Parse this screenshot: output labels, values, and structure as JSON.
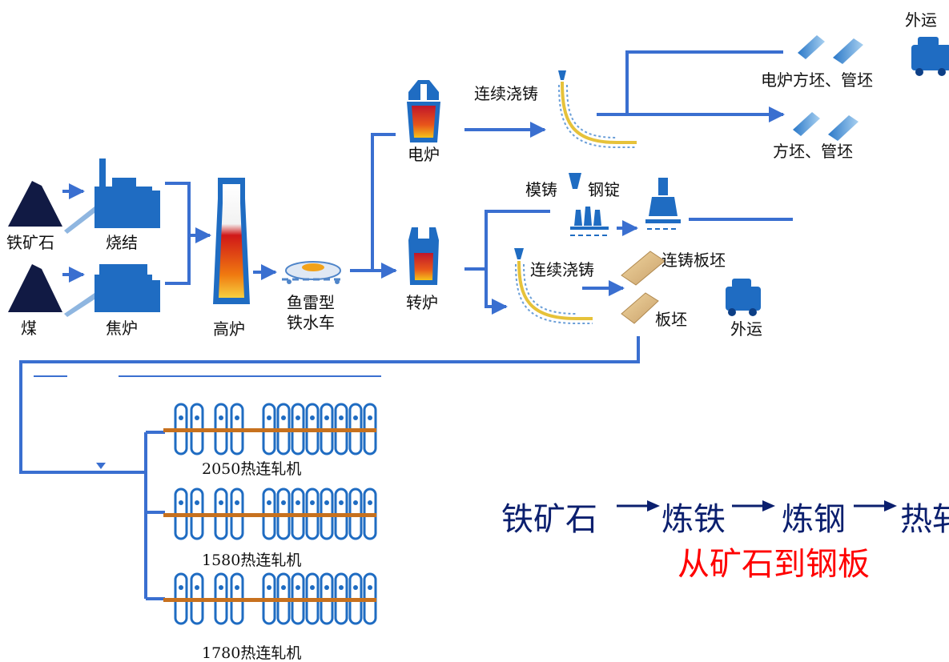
{
  "colors": {
    "flow_line": "#3a6fd0",
    "pile": "#111a44",
    "plant": "#1f6cc2",
    "molten": "#e08a1a",
    "roller_bar": "#c7711e",
    "chain_text": "#0b1f6e",
    "subtitle_text": "#ff0000"
  },
  "labels": {
    "iron_ore": "铁矿石",
    "sintering": "烧结",
    "coal": "煤",
    "coke_oven": "焦炉",
    "blast_furnace": "高炉",
    "torpedo_car_line1": "鱼雷型",
    "torpedo_car_line2": "铁水车",
    "electric_furnace": "电炉",
    "converter": "转炉",
    "continuous_casting_top": "连续浇铸",
    "continuous_casting_bottom": "连续浇铸",
    "mould_casting": "模铸",
    "steel_ingot": "钢锭",
    "cc_slab": "连铸板坯",
    "slab": "板坯",
    "ef_billet_tube": "电炉方坯、管坯",
    "billet_tube": "方坯、管坯",
    "ship_out_top": "外运",
    "ship_out_mid": "外运"
  },
  "mills": [
    {
      "name": "2050热连轧机"
    },
    {
      "name": "1580热连轧机"
    },
    {
      "name": "1780热连轧机"
    }
  ],
  "summary": {
    "chain_1": "铁矿石",
    "chain_2": "炼铁",
    "chain_3": "炼钢",
    "chain_4": "热轧",
    "subtitle": "从矿石到钢板"
  },
  "icons": [
    "ore-pile-icon",
    "sinter-plant-icon",
    "coke-oven-icon",
    "blast-furnace-icon",
    "torpedo-car-icon",
    "electric-furnace-icon",
    "converter-icon",
    "continuous-caster-icon",
    "ingot-mould-icon",
    "ingot-stripper-icon",
    "slab-icon",
    "billet-icon",
    "truck-icon",
    "rolling-mill-icon"
  ]
}
